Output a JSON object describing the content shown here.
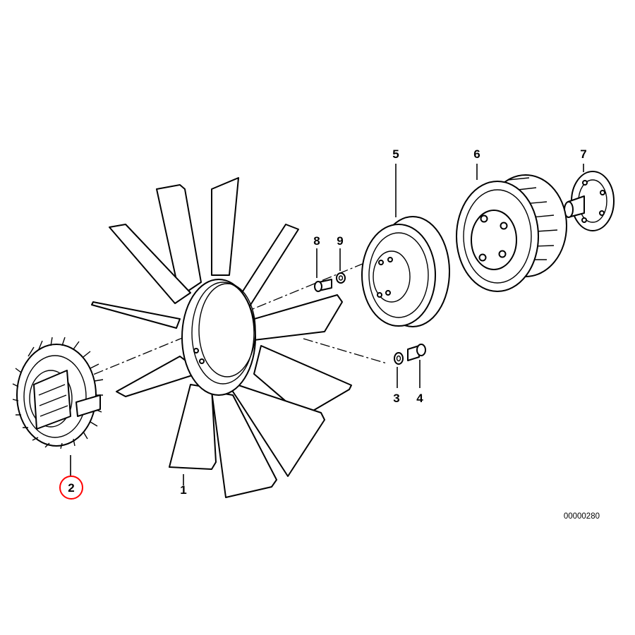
{
  "callouts": {
    "p1": "1",
    "p2": "2",
    "p3": "3",
    "p4": "4",
    "p5": "5",
    "p6": "6",
    "p7": "7",
    "p8": "8",
    "p9": "9"
  },
  "highlighted_callout": "2",
  "highlight_color": "#ff0000",
  "reference_code": "00000280"
}
